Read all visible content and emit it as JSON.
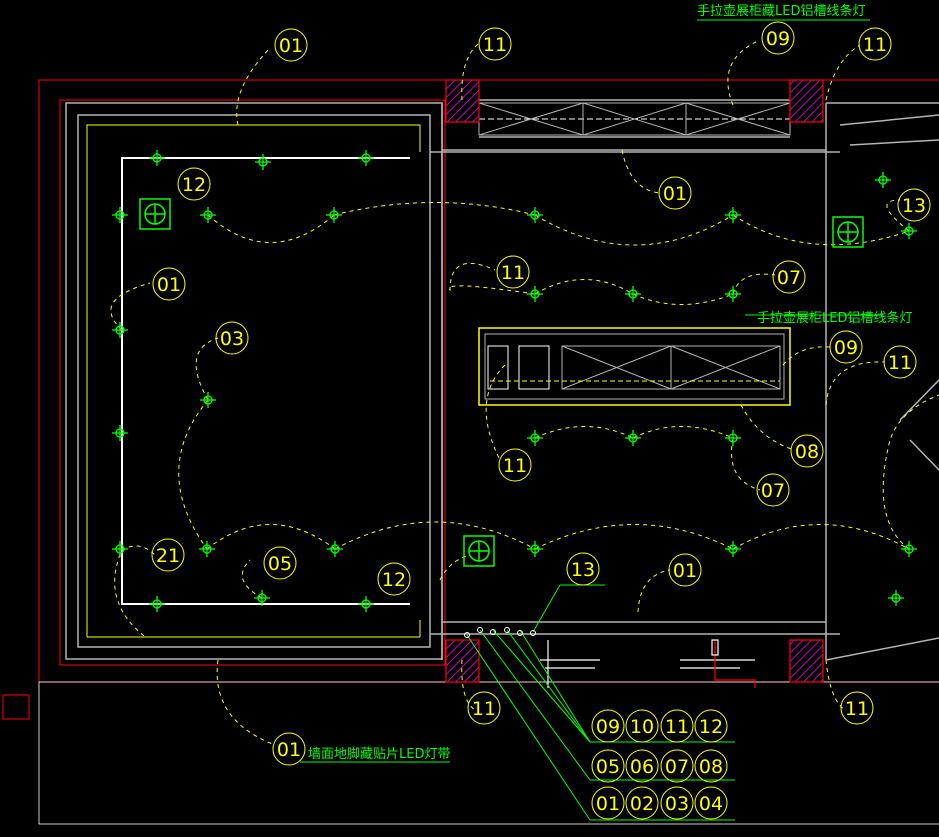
{
  "notes": {
    "top_right": "手拉壶展柜藏LED铝槽线条灯",
    "middle": "手拉壶展柜LED铝槽线条灯",
    "bottom": "墙面地脚藏贴片LED灯带"
  },
  "tags": {
    "t01a": "01",
    "t11a": "11",
    "t09a": "09",
    "t11b": "11",
    "t12a": "12",
    "t01b": "01",
    "t13a": "13",
    "t01c": "01",
    "t11c": "11",
    "t07a": "07",
    "t03": "03",
    "t09b": "09",
    "t11d": "11",
    "t08": "08",
    "t11e": "11",
    "t07b": "07",
    "t21": "21",
    "t05": "05",
    "t12b": "12",
    "t13b": "13",
    "t01d": "01",
    "t11f": "11",
    "t11g": "11",
    "t01e": "01"
  },
  "legend": {
    "row1": [
      "09",
      "10",
      "11",
      "12"
    ],
    "row2": [
      "05",
      "06",
      "07",
      "08"
    ],
    "row3": [
      "01",
      "02",
      "03",
      "04"
    ]
  },
  "colors": {
    "wall_red": "#ff0000",
    "wall_gray": "#b4b4b4",
    "line_yellow": "#ffff00",
    "light_green": "#00ff00",
    "column_magenta": "#ff00ff"
  }
}
